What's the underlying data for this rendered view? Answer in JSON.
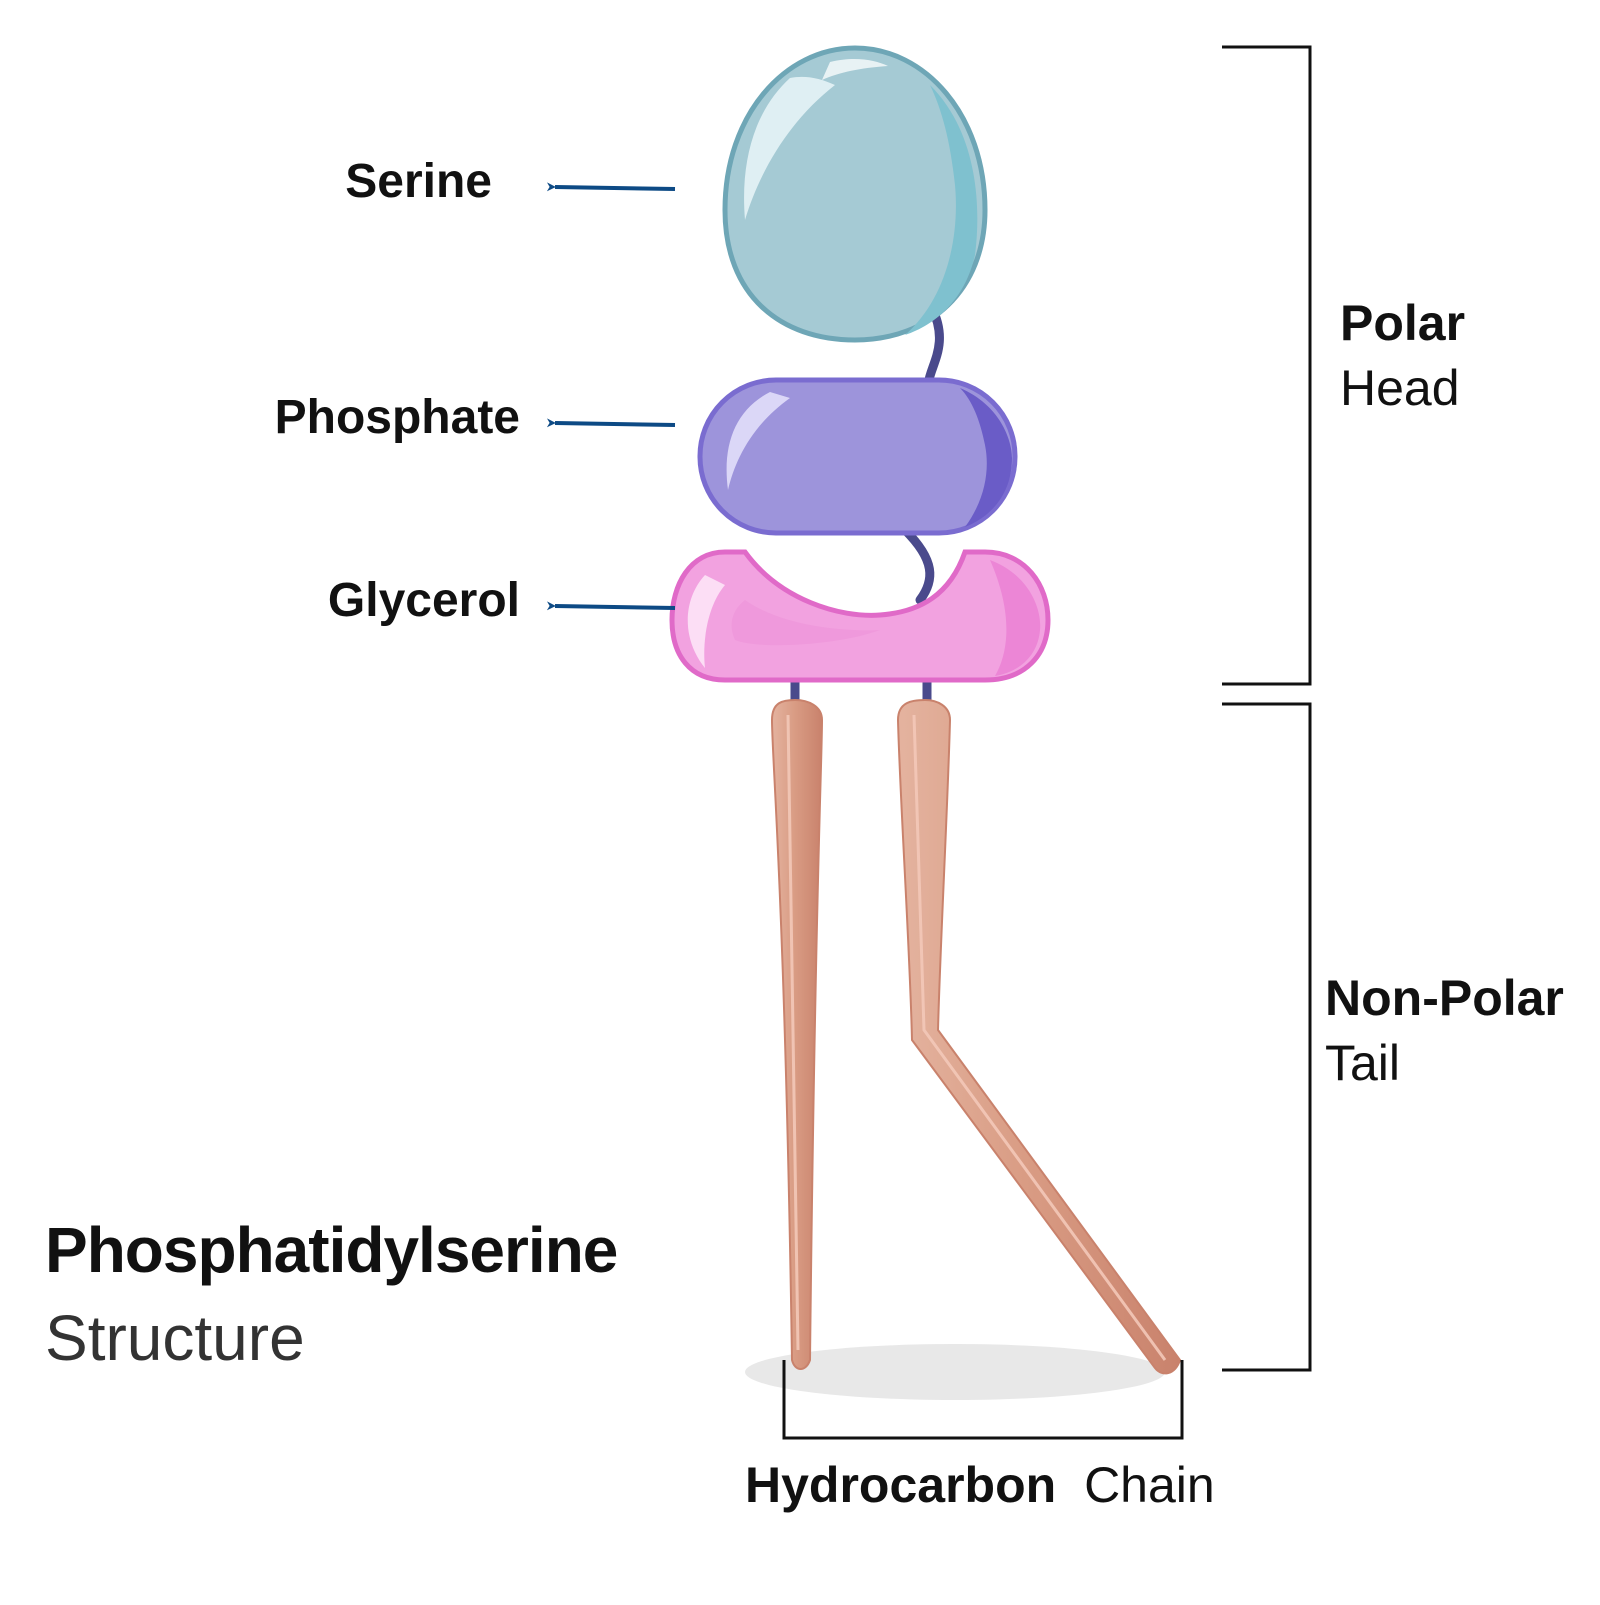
{
  "title": {
    "main": "Phosphatidylserine",
    "sub": "Structure"
  },
  "components": [
    {
      "id": "serine",
      "label": "Serine",
      "color": "#a5cad4"
    },
    {
      "id": "phosphate",
      "label": "Phosphate",
      "color": "#9d94db"
    },
    {
      "id": "glycerol",
      "label": "Glycerol",
      "color": "#f2a2e0"
    }
  ],
  "regions": {
    "polar": {
      "bold": "Polar",
      "regular": "Head"
    },
    "nonpolar": {
      "bold": "Non-Polar",
      "regular": "Tail"
    }
  },
  "chain": {
    "bold": "Hydrocarbon",
    "regular": "Chain",
    "color": "#d4907a"
  },
  "colors": {
    "arrow": "#0d4a85",
    "linker": "#4a4a8c",
    "bracket": "#111111",
    "shadow": "#e8e8e8"
  }
}
